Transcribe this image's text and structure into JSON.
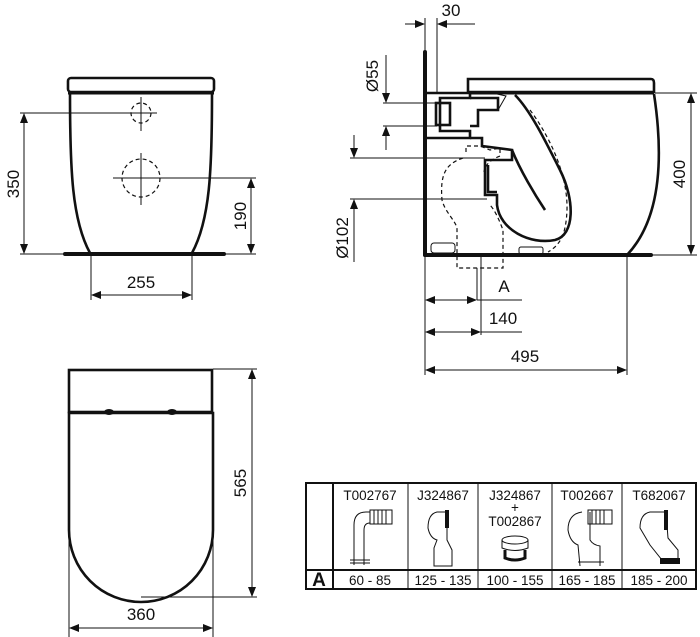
{
  "front_view": {
    "dims": {
      "height_to_top_inlet": "350",
      "height_to_outlet": "190",
      "base_width": "255"
    }
  },
  "side_view": {
    "dims": {
      "wall_offset": "30",
      "inlet_diameter": "Ø55",
      "outlet_diameter": "Ø102",
      "height": "400",
      "var_label": "A",
      "outlet_distance": "140",
      "depth": "495"
    }
  },
  "top_view": {
    "dims": {
      "length": "565",
      "width": "360"
    }
  },
  "adapter_table": {
    "row_label": "A",
    "columns": [
      {
        "code": "T002767",
        "range": "60 - 85"
      },
      {
        "code": "J324867",
        "range": "125 - 135"
      },
      {
        "code": "J324867",
        "plus": "+",
        "code2": "T002867",
        "range": "100 - 155"
      },
      {
        "code": "T002667",
        "range": "165 - 185"
      },
      {
        "code": "T682067",
        "range": "185 - 200"
      }
    ]
  }
}
